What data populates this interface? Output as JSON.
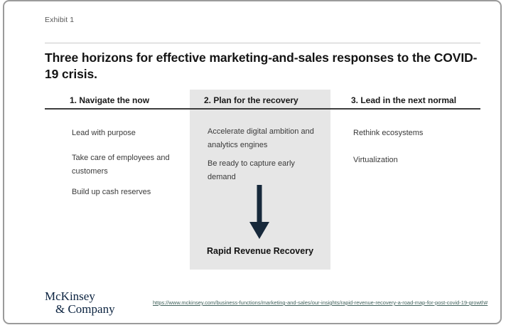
{
  "exhibit_label": "Exhibit 1",
  "title": "Three horizons for effective marketing-and-sales responses to the COVID-19 crisis.",
  "columns": [
    {
      "header": "1. Navigate the now",
      "items": [
        "Lead with purpose",
        "Take care of employees and customers",
        "Build up cash reserves"
      ]
    },
    {
      "header": "2. Plan for the recovery",
      "items": [
        "Accelerate digital ambition and analytics engines",
        "Be ready to capture early demand"
      ],
      "highlighted": true,
      "outcome": "Rapid Revenue Recovery"
    },
    {
      "header": "3. Lead in the next normal",
      "items": [
        "Rethink ecosystems",
        "Virtualization"
      ]
    }
  ],
  "footer": {
    "logo_line1": "McKinsey",
    "logo_line2": "& Company",
    "source_url": "https://www.mckinsey.com/business-functions/marketing-and-sales/our-insights/rapid-revenue-recovery-a-road-map-for-post-covid-19-growth#"
  },
  "colors": {
    "highlight_box": "#e6e6e6",
    "arrow_navy": "#17293b",
    "logo_navy": "#0b2340",
    "link_teal": "#41625c"
  },
  "icons": {
    "down_arrow": "down-arrow-icon"
  }
}
